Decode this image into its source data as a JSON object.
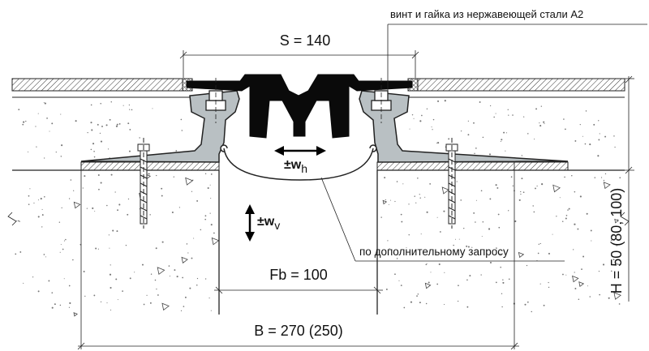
{
  "labels": {
    "top_note": "винт и гайка из нержавеющей стали A2",
    "s_dim": "S = 140",
    "wh_prefix": "±w",
    "wh_sub": "h",
    "wv_prefix": "±w",
    "wv_sub": "v",
    "extra_note": "по дополнительному запросу",
    "fb_dim": "Fb = 100",
    "b_dim": "B = 270 (250)",
    "h_dim": "H = 50 (80, 100)"
  },
  "colors": {
    "aluminium": "#b9c0c3",
    "rubber": "#0a0a0a",
    "concrete_dot": "#777777",
    "line": "#222222"
  }
}
